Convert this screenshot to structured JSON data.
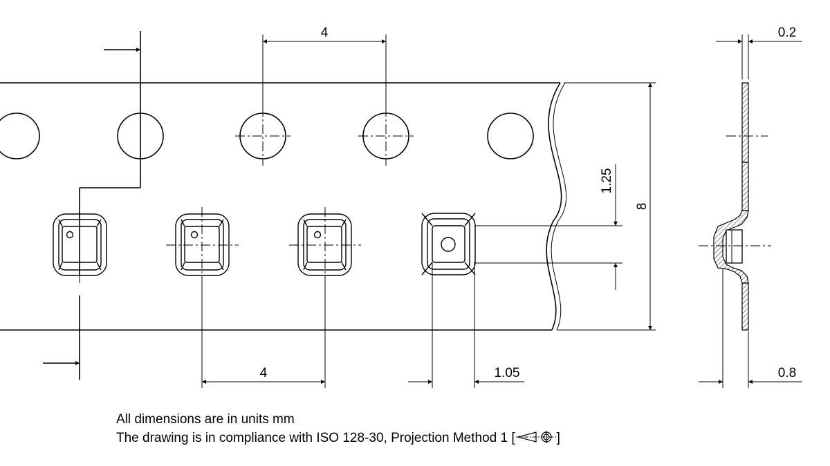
{
  "dimensions": {
    "hole_pitch": "4",
    "pocket_pitch": "4",
    "pocket_depth_offset": "1.25",
    "tape_width": "8",
    "thickness": "0.2",
    "pocket_height": "0.8",
    "pocket_width": "1.05"
  },
  "notes": {
    "units": "All dimensions are in units mm",
    "standard_prefix": "The drawing is in compliance with ISO 128-30, Projection Method 1 [",
    "standard_suffix": "]"
  },
  "colors": {
    "line": "#000000",
    "background": "#ffffff"
  },
  "icons": {
    "projection": "first-angle-projection-symbol"
  }
}
